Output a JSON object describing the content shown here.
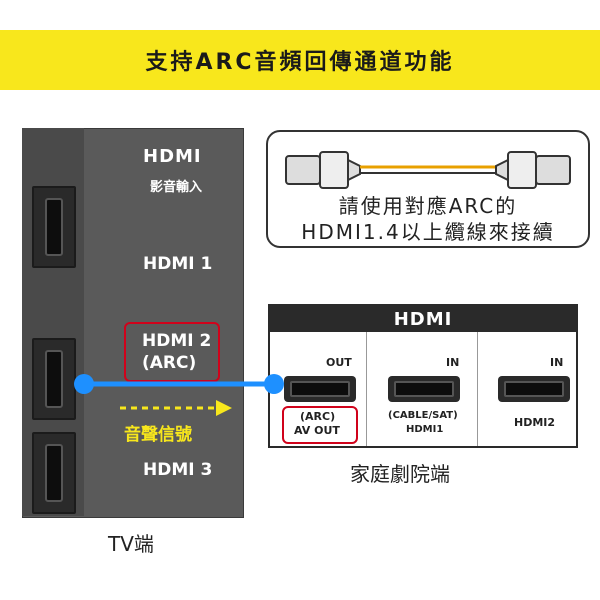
{
  "banner": {
    "title": "支持ARC音頻回傳通道功能"
  },
  "tv": {
    "logo": "HDMI",
    "input_label": "影音輸入",
    "port1": "HDMI 1",
    "port2_line1": "HDMI 2",
    "port2_line2": "(ARC)",
    "signal_label": "音聲信號",
    "port3": "HDMI 3",
    "caption": "TV端"
  },
  "cable_note": {
    "line1": "請使用對應ARC的",
    "line2": "HDMI1.4以上纜線來接續"
  },
  "home_theater": {
    "logo": "HDMI",
    "out_label": "OUT",
    "in1_label": "IN",
    "in2_label": "IN",
    "arc_line1": "(ARC)",
    "arc_line2": "AV OUT",
    "cable_line1": "(CABLE/SAT)",
    "cable_line2": "HDMI1",
    "hdmi2_label": "HDMI2",
    "caption": "家庭劇院端"
  },
  "colors": {
    "banner": "#f8e71c",
    "highlight": "#d0021b",
    "connection": "#1e90ff",
    "signal": "#f8e71c"
  }
}
